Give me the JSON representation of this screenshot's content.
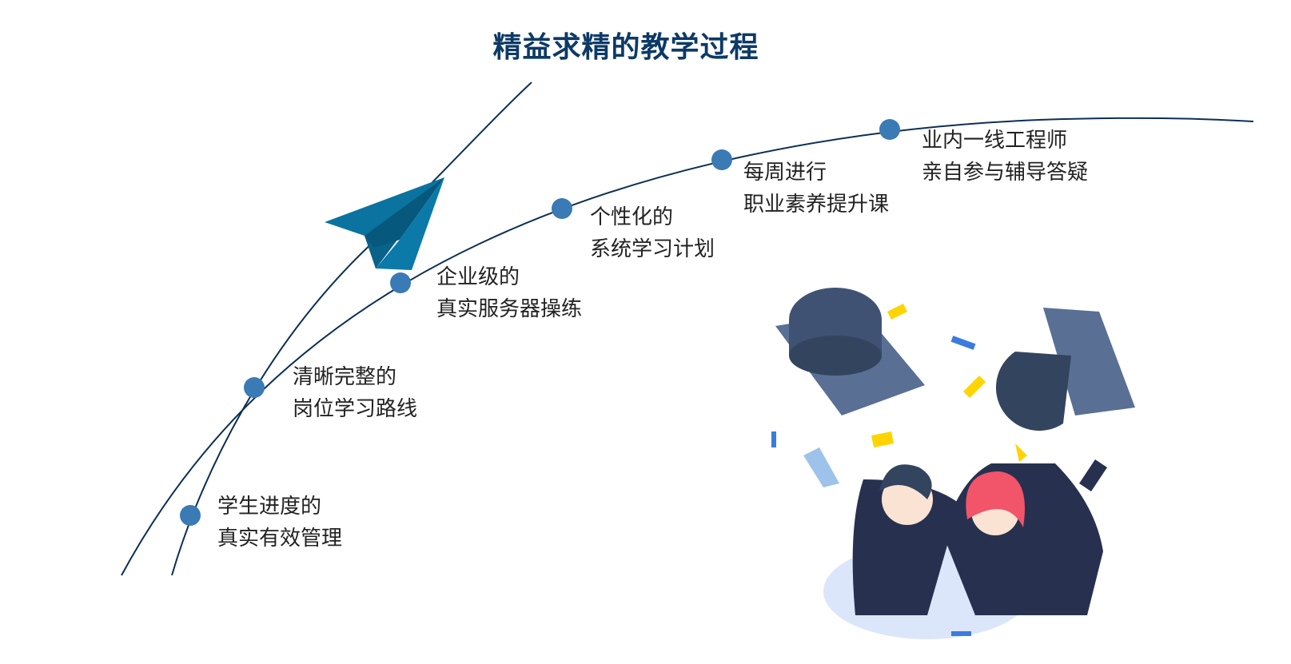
{
  "title": "精益求精的教学过程",
  "milestones": [
    {
      "line1": "学生进度的",
      "line2": "真实有效管理"
    },
    {
      "line1": "清晰完整的",
      "line2": "岗位学习路线"
    },
    {
      "line1": "企业级的",
      "line2": "真实服务器操练"
    },
    {
      "line1": "个性化的",
      "line2": "系统学习计划"
    },
    {
      "line1": "每周进行",
      "line2": "职业素养提升课"
    },
    {
      "line1": "业内一线工程师",
      "line2": "亲自参与辅导答疑"
    }
  ],
  "colors": {
    "title": "#0d3a66",
    "dot": "#3a7ab5",
    "line": "#0d2f55",
    "plane": "#0a73a0"
  }
}
